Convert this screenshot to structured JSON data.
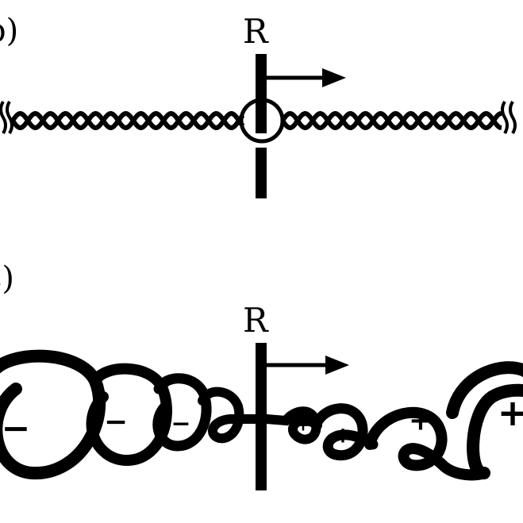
{
  "panels": [
    {
      "id": "b",
      "label": "b)",
      "protein_label": "R",
      "description_note": ""
    },
    {
      "id": "c",
      "label": "c)",
      "protein_label": "R",
      "loops": [
        {
          "sign": "−"
        },
        {
          "sign": "−"
        },
        {
          "sign": "−"
        },
        {
          "sign": "−"
        },
        {
          "sign": "+"
        },
        {
          "sign": "+"
        },
        {
          "sign": "+"
        },
        {
          "sign": "+"
        }
      ]
    }
  ],
  "colors": {
    "ink": "#000000",
    "paper": "#ffffff"
  }
}
